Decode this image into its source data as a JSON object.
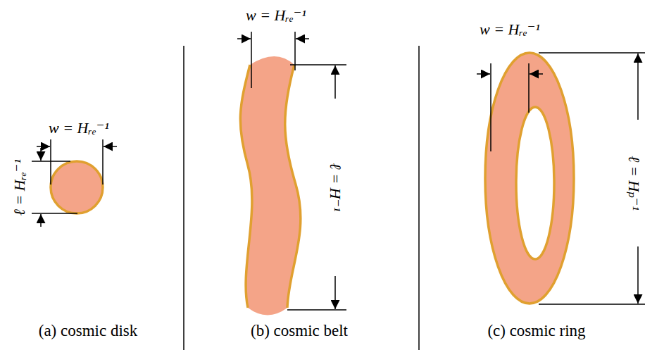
{
  "diagram": {
    "labels": [
      "w = Hᵣₑ⁻¹",
      "ℓ = Hᵣₑ⁻¹",
      "(a) cosmic disk",
      "w = Hᵣₑ⁻¹",
      "ℓ = H⁻¹",
      "(b) cosmic belt",
      "w = Hᵣₑ⁻¹",
      "ℓ = Hₚ⁻¹",
      "(c) cosmic ring"
    ]
  }
}
